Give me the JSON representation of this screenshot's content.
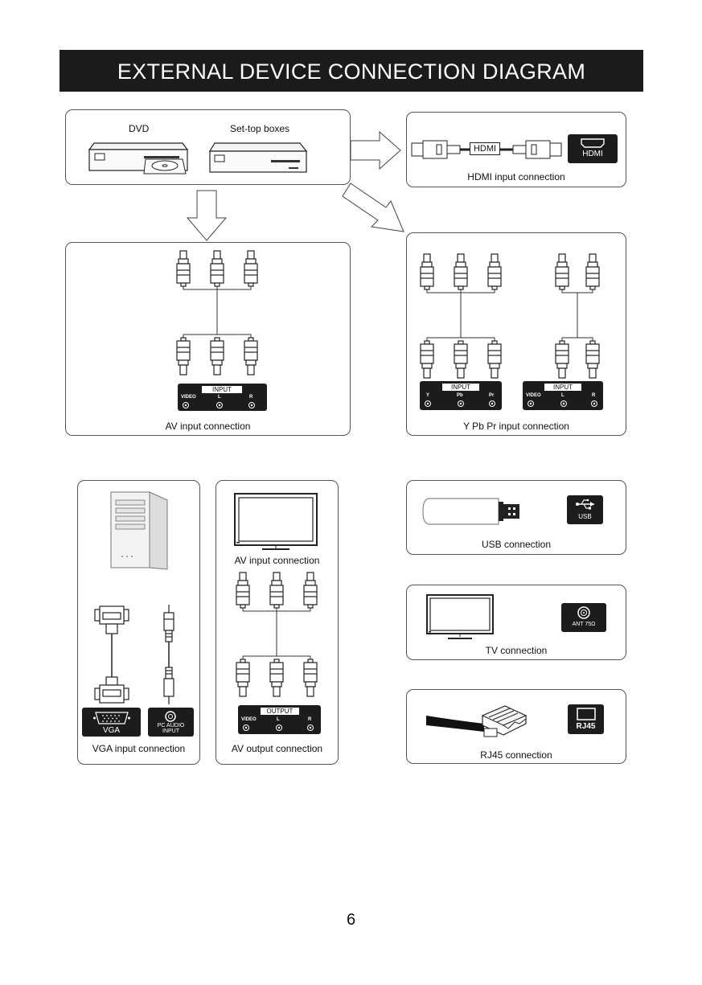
{
  "title": "EXTERNAL DEVICE CONNECTION DIAGRAM",
  "page_number": "6",
  "sources": {
    "dvd": "DVD",
    "settop": "Set-top boxes"
  },
  "hdmi": {
    "cable_label": "HDMI",
    "port_label": "HDMI",
    "caption": "HDMI input connection"
  },
  "av_input": {
    "caption": "AV input connection",
    "panel_title": "INPUT",
    "ports": [
      "VIDEO",
      "L",
      "R"
    ]
  },
  "ypbpr": {
    "caption": "Y Pb Pr input connection",
    "panel1_title": "INPUT",
    "panel1_ports": [
      "Y",
      "Pb",
      "Pr"
    ],
    "panel2_title": "INPUT",
    "panel2_ports": [
      "VIDEO",
      "L",
      "R"
    ]
  },
  "vga": {
    "port_label": "VGA",
    "audio_label_1": "PC AUDIO",
    "audio_label_2": "INPUT",
    "caption": "VGA input connection"
  },
  "av_output": {
    "top_caption": "AV input connection",
    "panel_title": "OUTPUT",
    "ports": [
      "VIDEO",
      "L",
      "R"
    ],
    "caption": "AV output connection"
  },
  "usb": {
    "port_label": "USB",
    "caption": "USB connection"
  },
  "tv": {
    "port_label": "ANT 75Ω",
    "caption": "TV connection"
  },
  "rj45": {
    "port_label": "RJ45",
    "caption": "RJ45 connection"
  }
}
